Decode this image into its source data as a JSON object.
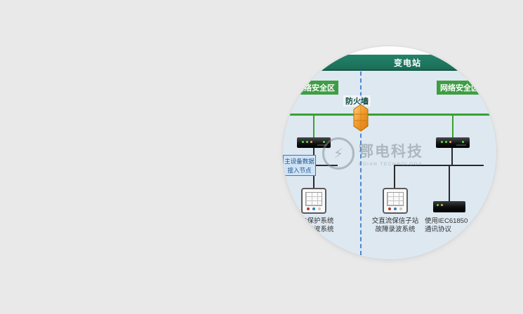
{
  "diagram": {
    "title": "变电站",
    "zone_left": "网络安全区",
    "zone_right": "网络安全区",
    "firewall_label": "防火墙",
    "node_box": {
      "lines": [
        "主设备数据",
        "接入节点"
      ]
    },
    "device_labels": {
      "left": {
        "lines": [
          "继电保护系统",
          "故障录波系统"
        ]
      },
      "middle": {
        "lines": [
          "交直流保信子站",
          "故障录波系统"
        ]
      },
      "right": {
        "lines": [
          "使用IEC61850",
          "通讯协议"
        ]
      }
    },
    "watermark": {
      "name": "鄂电科技",
      "sub": "EDIAN TECHNOLOGY",
      "logo_glyph": "⚡"
    },
    "colors": {
      "page_bg": "#e9e9e9",
      "diagram_bg": "#dde8f1",
      "header_green": "#1b6e57",
      "zone_green": "#3f9d44",
      "bus_green": "#39a22e",
      "divider_blue": "#4e87d3",
      "firewall_orange": "#ef8c1a",
      "node_box_blue": "#3c78b4"
    }
  }
}
